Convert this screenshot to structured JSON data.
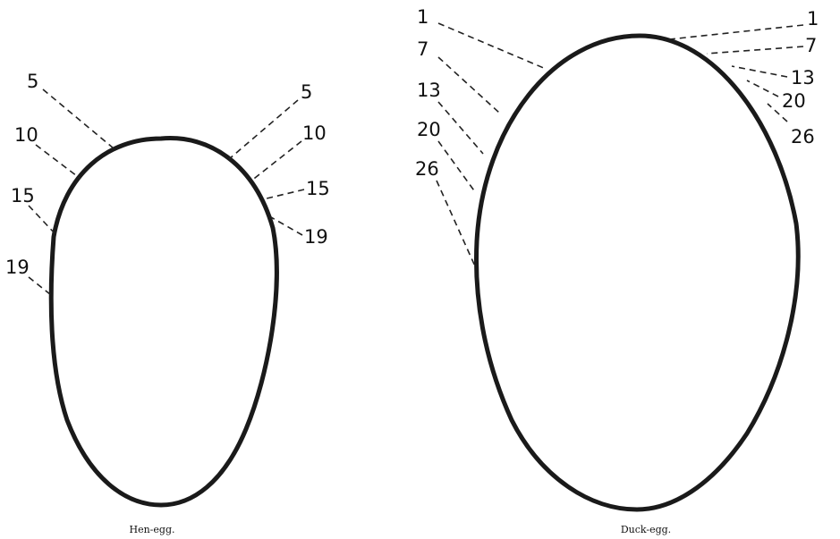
{
  "figures": [
    {
      "caption": "Hen-egg.",
      "left_labels": [
        "5",
        "10",
        "15",
        "19"
      ],
      "right_labels": [
        "5",
        "10",
        "15",
        "19"
      ]
    },
    {
      "caption": "Duck-egg.",
      "left_labels": [
        "1",
        "7",
        "13",
        "20",
        "26"
      ],
      "right_labels": [
        "1",
        "7",
        "13",
        "20",
        "26"
      ]
    }
  ]
}
